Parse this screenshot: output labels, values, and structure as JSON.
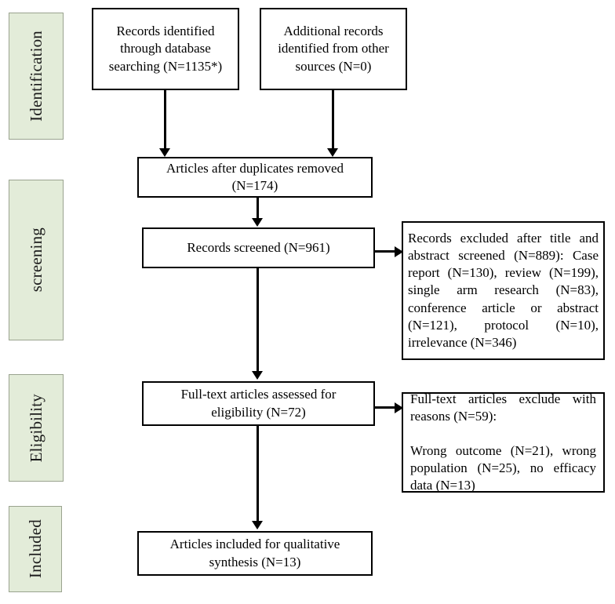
{
  "diagram": {
    "title": "PRISMA flow diagram",
    "type": "prisma-flow-diagram",
    "colors": {
      "stage_fill": "#e3ecd9",
      "stage_border": "#9aa38f",
      "box_border": "#000000",
      "box_fill": "#ffffff",
      "connector": "#000000",
      "text": "#000000",
      "page_background": "#ffffff"
    }
  },
  "stages": [
    {
      "id": "identification",
      "label": "Identification"
    },
    {
      "id": "screening",
      "label": "screening"
    },
    {
      "id": "eligibility",
      "label": "Eligibility"
    },
    {
      "id": "included",
      "label": "Included"
    }
  ],
  "boxes": {
    "records_identified": {
      "text": "Records identified\nthrough database\nsearching (N=1135*)",
      "count": 1135,
      "count_label": "N=1135*",
      "stage": "identification"
    },
    "additional_records": {
      "text": "Additional records\nidentified from other\nsources (N=0)",
      "count": 0,
      "count_label": "N=0",
      "stage": "identification"
    },
    "duplicates_removed": {
      "text": "Articles after duplicates removed\n(N=174)",
      "count": 174,
      "count_label": "N=174",
      "stage": "screening"
    },
    "records_screened": {
      "text": "Records screened (N=961)",
      "count": 961,
      "count_label": "N=961",
      "stage": "screening"
    },
    "records_excluded": {
      "text": "Records excluded after title and abstract screened (N=889): Case report (N=130), review (N=199), single arm research (N=83), conference article or abstract (N=121), protocol (N=10), irrelevance (N=346)",
      "count": 889,
      "count_label": "N=889",
      "stage": "screening",
      "reasons": [
        {
          "reason": "Case report",
          "count": 130,
          "label": "Case report (N=130)"
        },
        {
          "reason": "review",
          "count": 199,
          "label": "review (N=199)"
        },
        {
          "reason": "single arm research",
          "count": 83,
          "label": "single arm research (N=83)"
        },
        {
          "reason": "conference article or abstract",
          "count": 121,
          "label": "conference article or abstract (N=121)"
        },
        {
          "reason": "protocol",
          "count": 10,
          "label": "protocol (N=10)"
        },
        {
          "reason": "irrelevance",
          "count": 346,
          "label": "irrelevance (N=346)"
        }
      ]
    },
    "fulltext_assessed": {
      "text": "Full-text articles assessed for\neligibility (N=72)",
      "count": 72,
      "count_label": "N=72",
      "stage": "eligibility"
    },
    "fulltext_excluded": {
      "text": "Full-text articles exclude with reasons (N=59):",
      "text_second": "Wrong outcome (N=21), wrong population (N=25), no efficacy data (N=13)",
      "count": 59,
      "count_label": "N=59",
      "stage": "eligibility",
      "reasons": [
        {
          "reason": "Wrong outcome",
          "count": 21,
          "label": "Wrong outcome (N=21)"
        },
        {
          "reason": "wrong population",
          "count": 25,
          "label": "wrong population (N=25)"
        },
        {
          "reason": "no efficacy data",
          "count": 13,
          "label": "no efficacy data (N=13)"
        }
      ]
    },
    "articles_included": {
      "text": "Articles included for qualitative\nsynthesis (N=13)",
      "count": 13,
      "count_label": "N=13",
      "stage": "included"
    }
  }
}
